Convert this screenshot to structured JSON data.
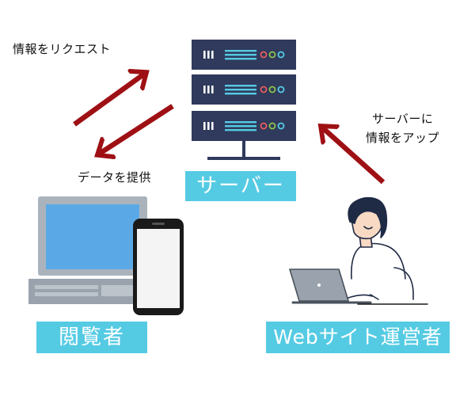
{
  "labels": {
    "request": "情報をリクエスト",
    "provide": "データを提供",
    "upload_line1": "サーバーに",
    "upload_line2": "情報をアップ",
    "server": "サーバー",
    "viewer": "閲覧者",
    "operator": "Webサイト運営者"
  },
  "colors": {
    "server_body": "#2f3a5c",
    "server_line": "#55cbe3",
    "arrow": "#9e1014",
    "label_bg": "#55cbe3",
    "laptop_screen": "#5aa9e6",
    "laptop_body": "#9aa3ad",
    "phone_screen": "#f4f4f4",
    "person_hair": "#1f2a44",
    "person_skin": "#f7d9c4"
  },
  "icons": [
    "server-icon",
    "laptop-icon",
    "smartphone-icon",
    "person-at-laptop-icon"
  ]
}
